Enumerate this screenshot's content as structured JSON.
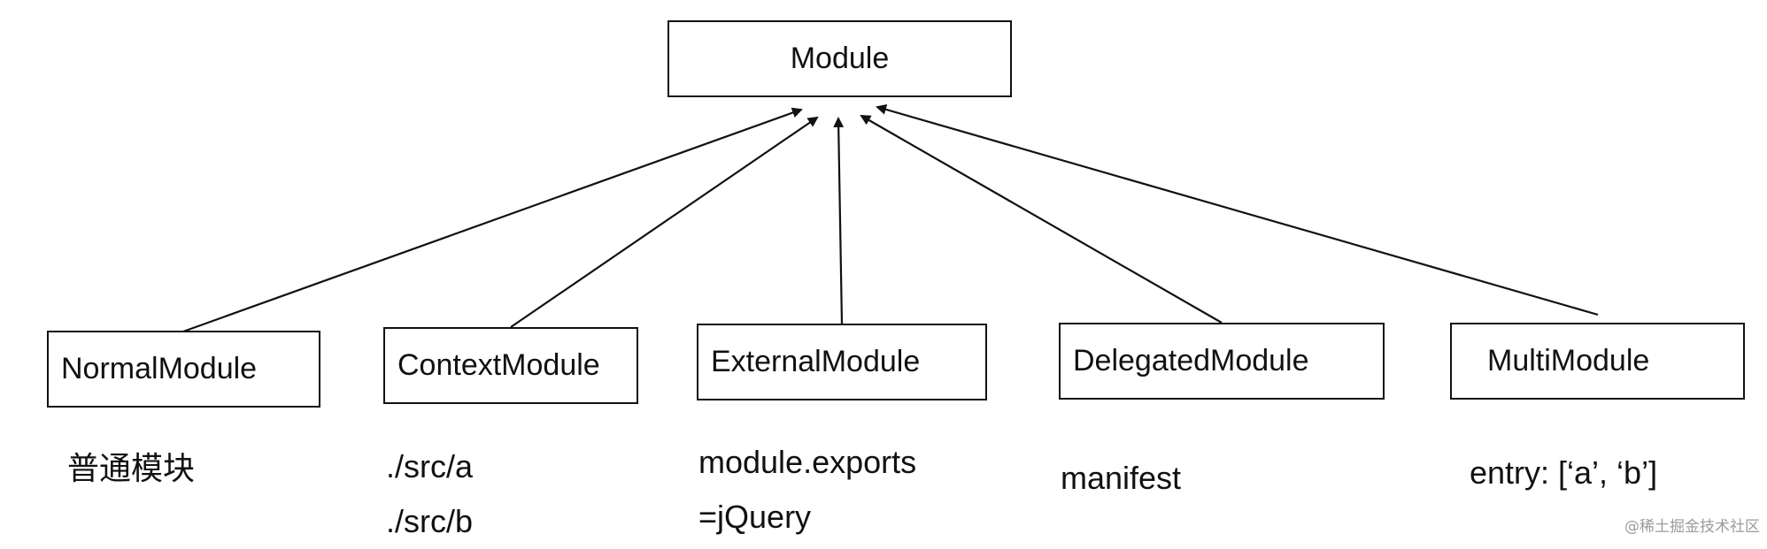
{
  "root": {
    "label": "Module"
  },
  "modules": [
    {
      "id": "normal",
      "label": "NormalModule",
      "notes": [
        "普通模块"
      ]
    },
    {
      "id": "context",
      "label": "ContextModule",
      "notes": [
        "./src/a",
        "./src/b"
      ]
    },
    {
      "id": "external",
      "label": "ExternalModule",
      "notes": [
        "module.exports",
        "=jQuery"
      ]
    },
    {
      "id": "delegated",
      "label": "DelegatedModule",
      "notes": [
        "manifest"
      ]
    },
    {
      "id": "multi",
      "label": "MultiModule",
      "notes": [
        "entry: [‘a’, ‘b’]"
      ]
    }
  ],
  "watermark": "@稀土掘金技术社区"
}
